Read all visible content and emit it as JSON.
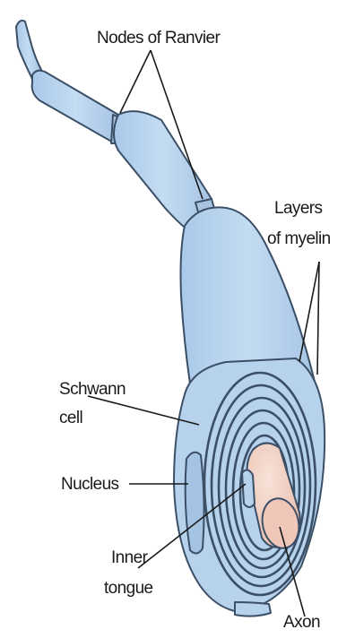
{
  "labels": {
    "nodes_of_ranvier": "Nodes of Ranvier",
    "layers_of_myelin_line1": "Layers",
    "layers_of_myelin_line2": "of myelin",
    "schwann_cell_line1": "Schwann",
    "schwann_cell_line2": "cell",
    "nucleus": "Nucleus",
    "inner_tongue_line1": "Inner",
    "inner_tongue_line2": "tongue",
    "axon": "Axon"
  },
  "colors": {
    "myelin_fill": "#bcd6ee",
    "myelin_shadow": "#9fbfe0",
    "axon_fill": "#f2d2c6",
    "outline": "#3b4f66",
    "text": "#1a1a1a"
  }
}
